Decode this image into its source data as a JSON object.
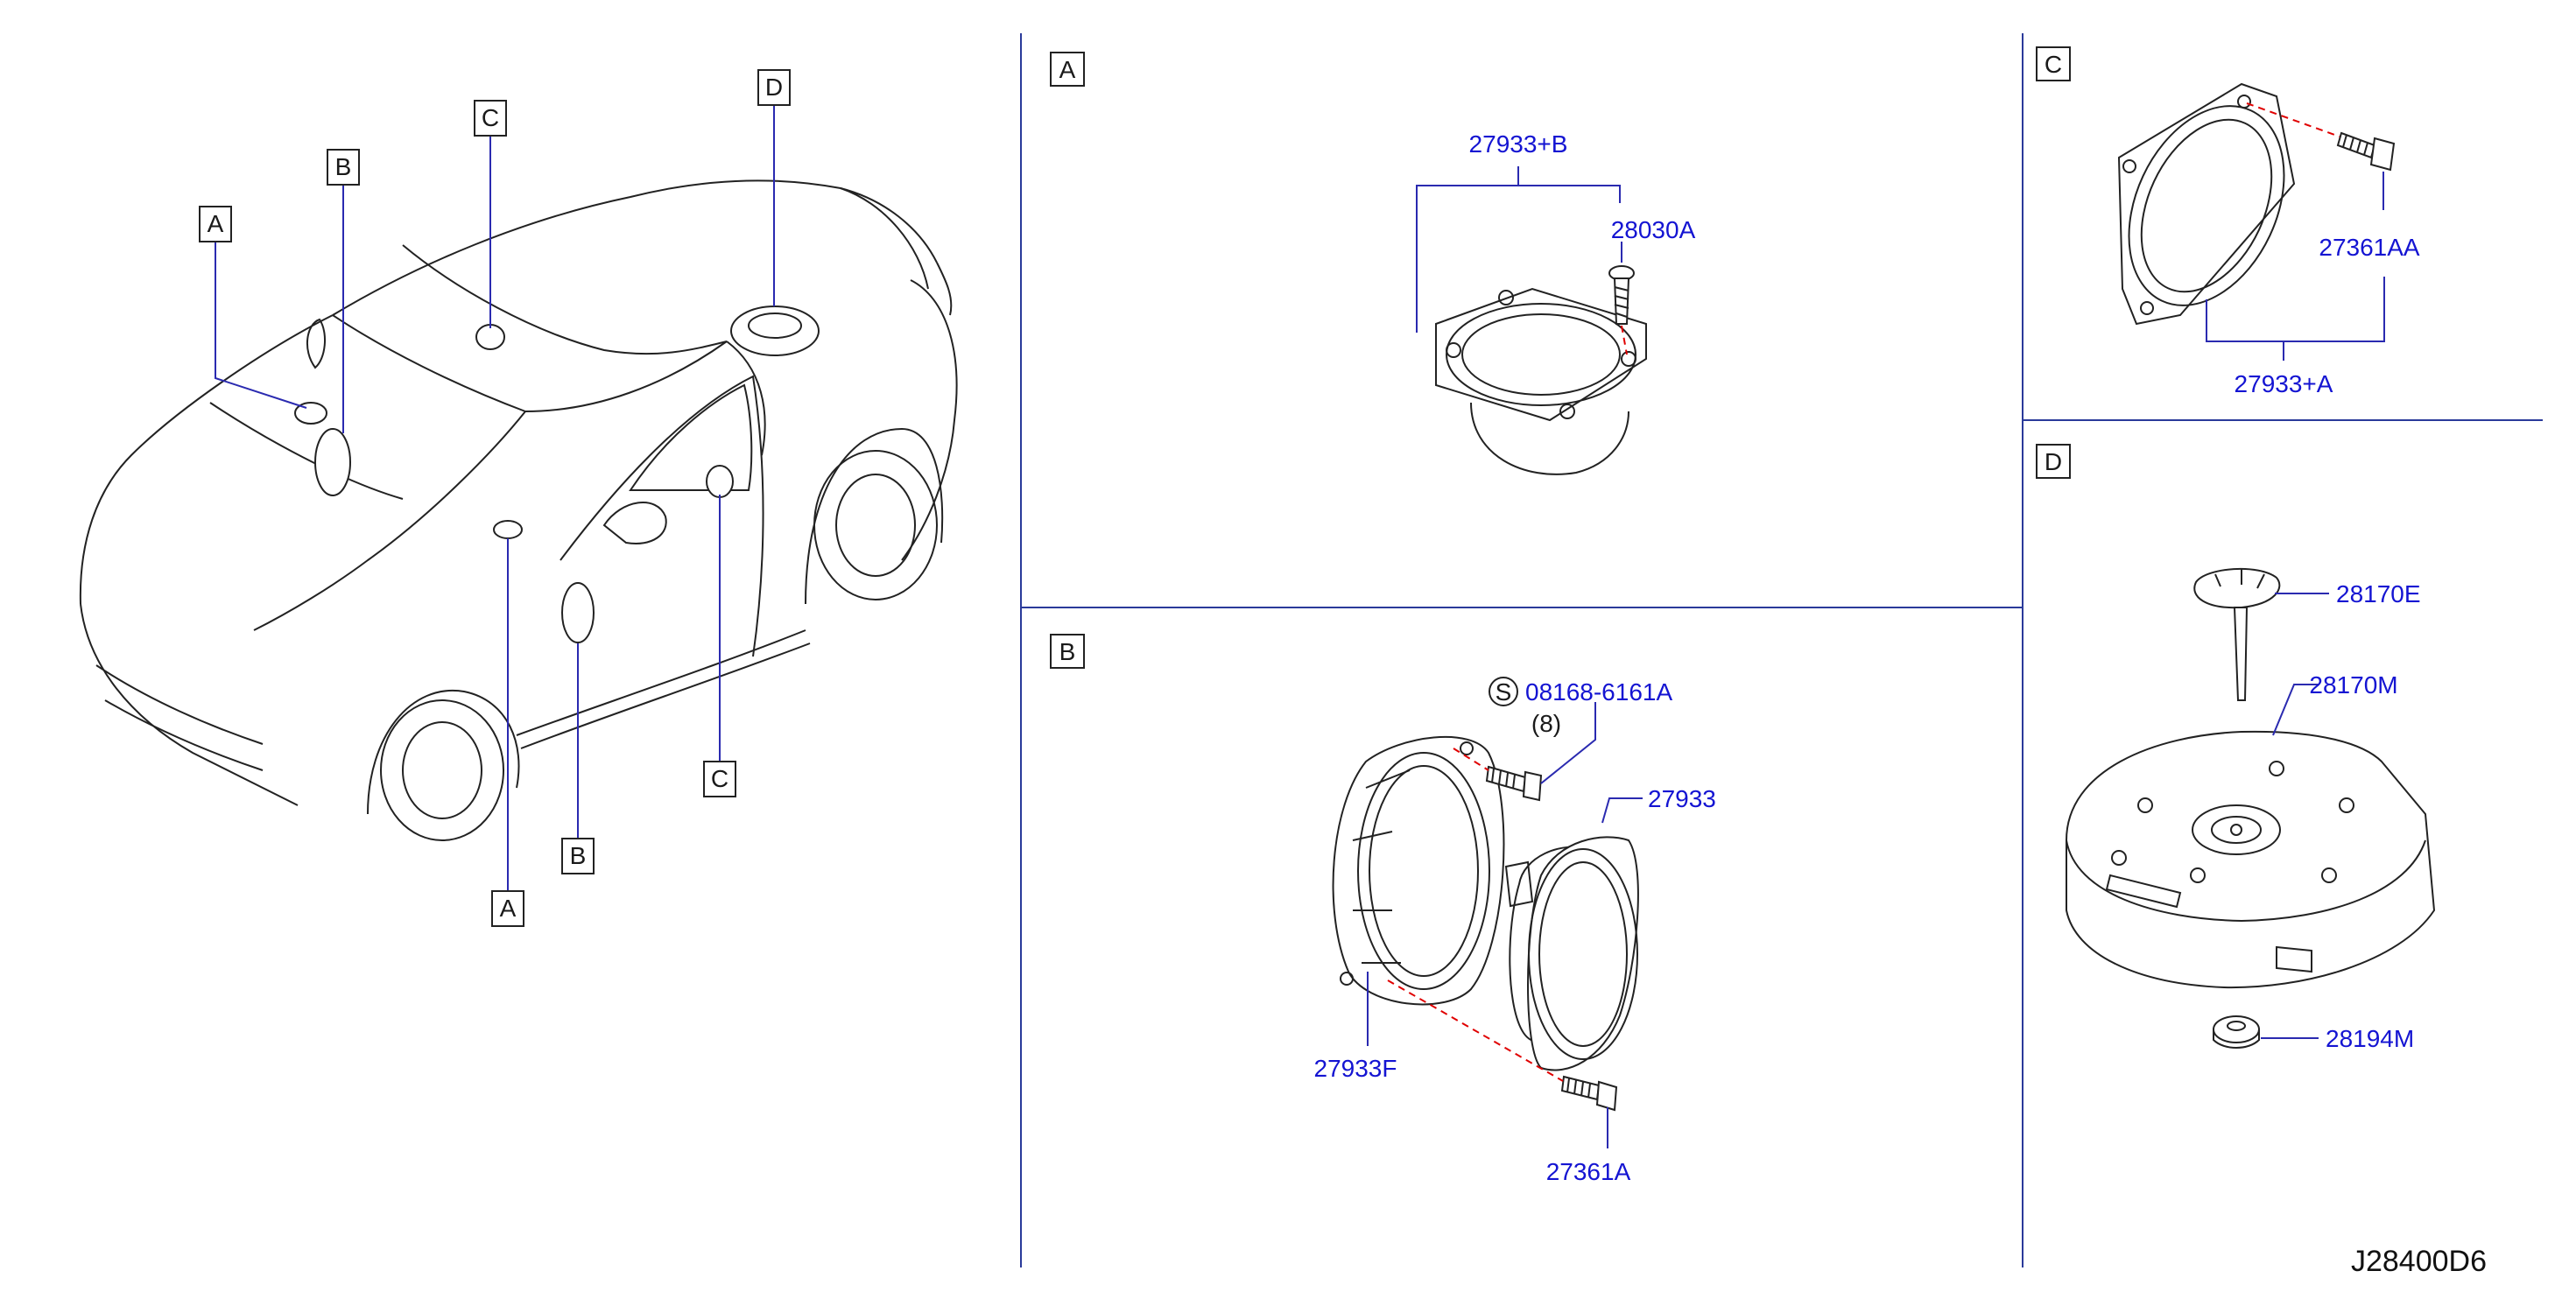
{
  "diagram_code": "J28400D6",
  "section_labels": {
    "a": "A",
    "b": "B",
    "c": "C",
    "d": "D"
  },
  "car_callouts": {
    "a_top": "A",
    "b_top": "B",
    "c_top": "C",
    "d_top": "D",
    "c_bottom": "C",
    "b_bottom": "B",
    "a_bottom": "A"
  },
  "section_a": {
    "assembly": "27933+B",
    "screw": "28030A"
  },
  "section_b": {
    "screw_symbol": "S",
    "screw": "08168-6161A",
    "screw_qty": "(8)",
    "speaker": "27933",
    "bracket": "27933F",
    "bolt": "27361A"
  },
  "section_c": {
    "bolt": "27361AA",
    "assembly": "27933+A"
  },
  "section_d": {
    "knob": "28170E",
    "subwoofer": "28170M",
    "washer": "28194M"
  },
  "colors": {
    "part_number": "#1414d2",
    "divider": "#2a3a9a",
    "dash": "#e00000"
  }
}
